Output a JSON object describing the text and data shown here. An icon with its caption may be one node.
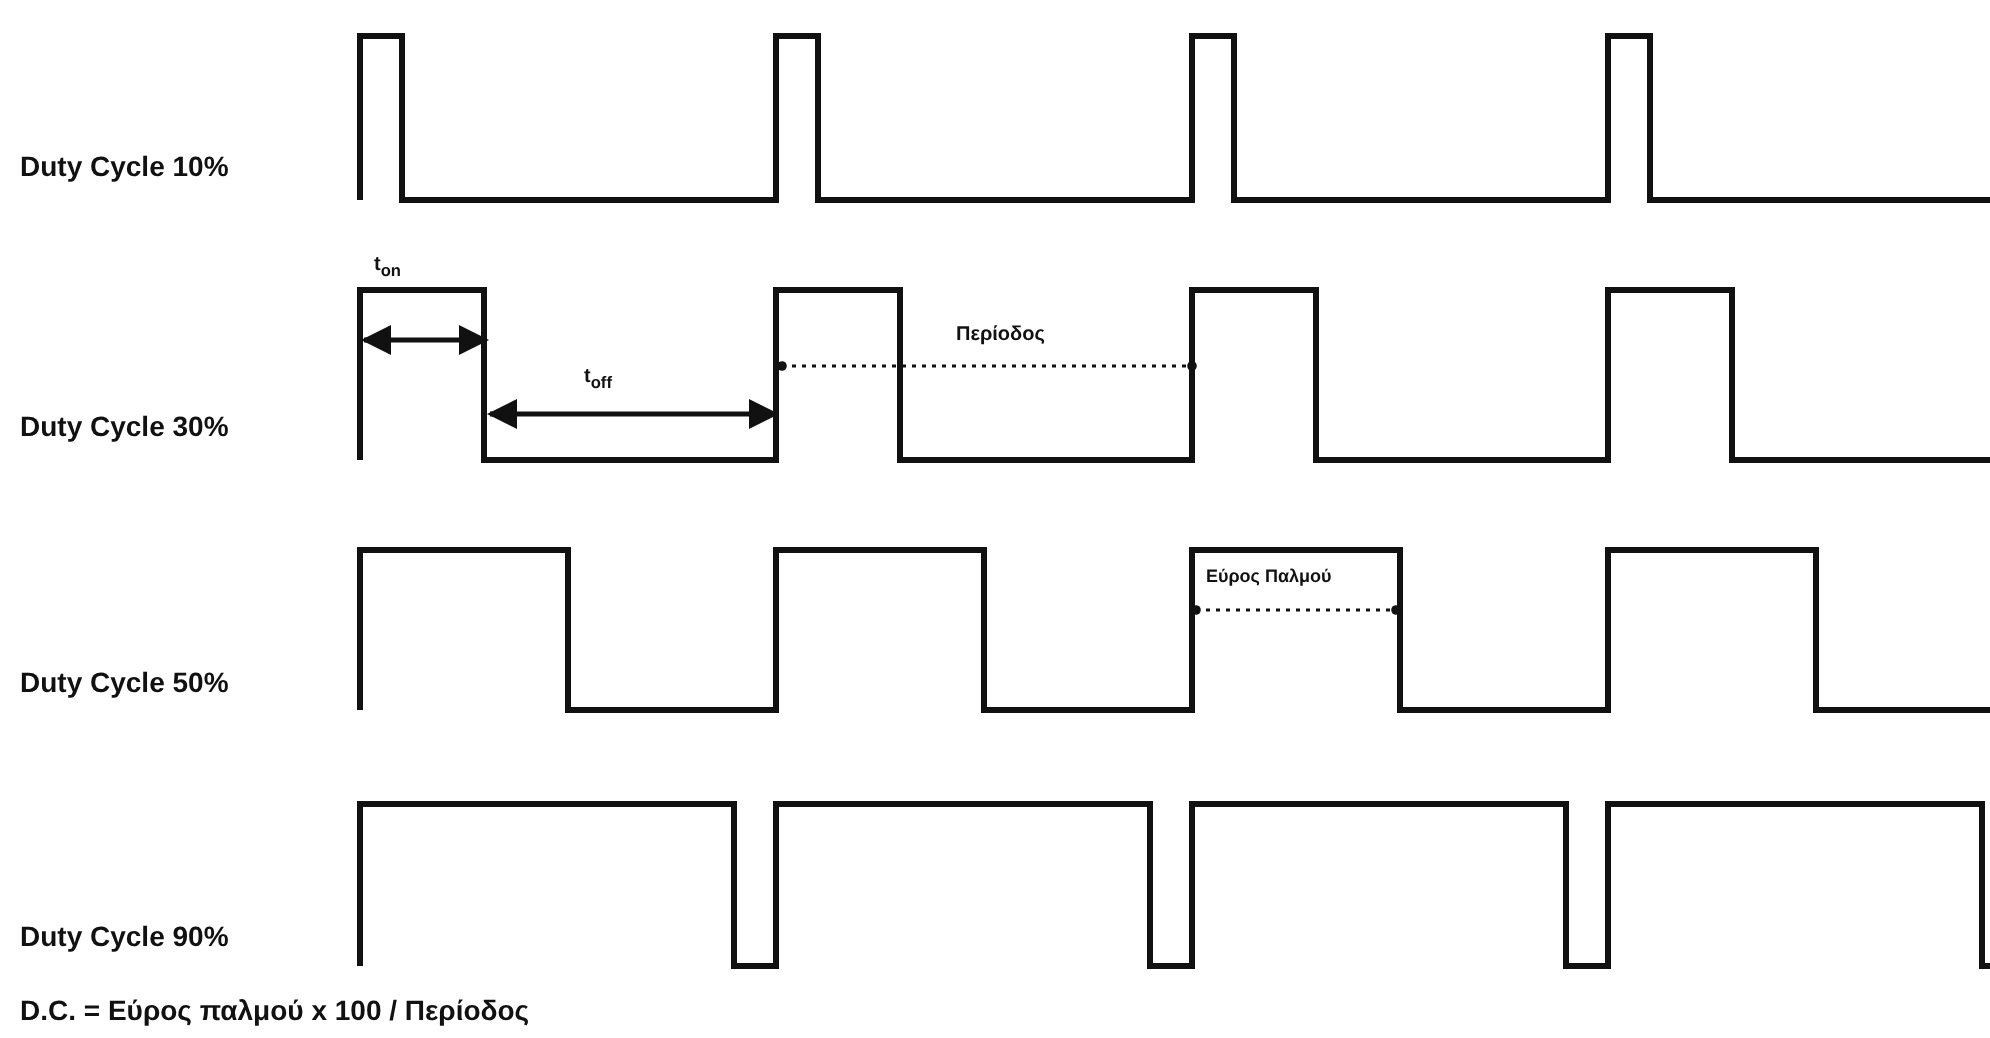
{
  "diagram": {
    "labels": [
      "Duty Cycle 10%",
      "t$_{on}$",
      "Περίοδος",
      "t$_{off}$",
      "Duty Cycle 30%",
      "Εύρος Παλμού",
      "Duty Cycle 50%",
      "Duty Cycle 90%",
      "D.C. = Εύρος παλμού x 100 / Περίοδος"
    ]
  }
}
